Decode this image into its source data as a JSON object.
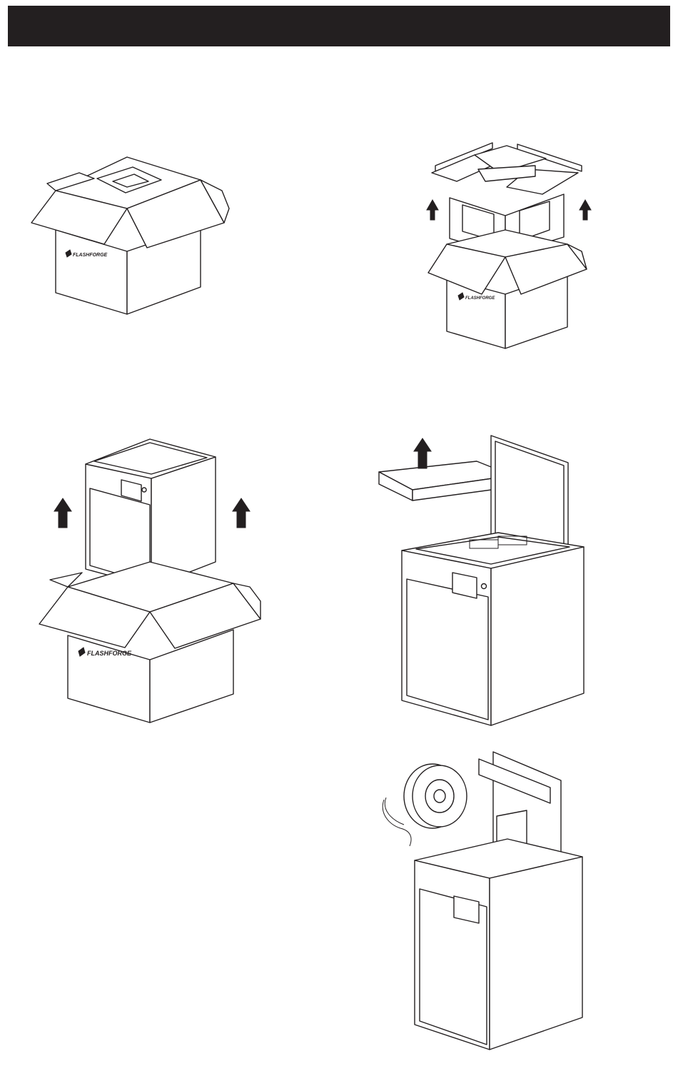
{
  "page": {
    "header_bar_color": "#231f20",
    "line_color": "#231f20",
    "background_color": "#ffffff"
  },
  "brand": {
    "logo_text": "FLASHFORGE"
  },
  "figures": [
    {
      "id": "step-1",
      "depicts": "closed-box-open-flaps"
    },
    {
      "id": "step-2",
      "depicts": "remove-foam-top"
    },
    {
      "id": "step-3",
      "depicts": "lift-printer-out"
    },
    {
      "id": "step-4",
      "depicts": "remove-top-foam-block"
    },
    {
      "id": "step-5",
      "depicts": "remove-inner-packing-accessories"
    }
  ],
  "icons": {
    "arrow": "up-arrow-icon",
    "box": "shipping-box-icon",
    "printer": "printer-icon",
    "spool": "filament-spool-icon",
    "cable": "power-cable-icon"
  }
}
